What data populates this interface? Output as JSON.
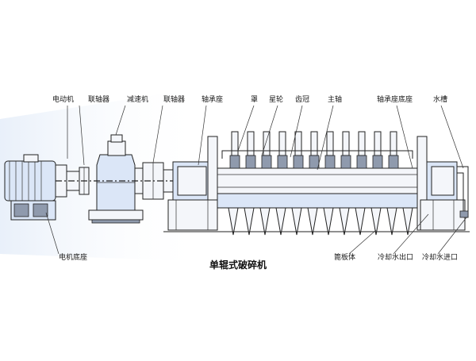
{
  "title": "单辊式破碎机",
  "labels_top": [
    "电动机",
    "联轴器",
    "减速机",
    "联轴器",
    "轴承座",
    "罩",
    "星轮",
    "齿冠",
    "主轴",
    "轴承座底座",
    "水槽"
  ],
  "labels_bottom": [
    "电机底座",
    "篦板体",
    "冷却水出口",
    "冷却水进口"
  ],
  "colors": {
    "line": "#222222",
    "fill_light": "#f4f6fa",
    "fill_blue": "#dbe6f7",
    "background": "#ffffff"
  }
}
